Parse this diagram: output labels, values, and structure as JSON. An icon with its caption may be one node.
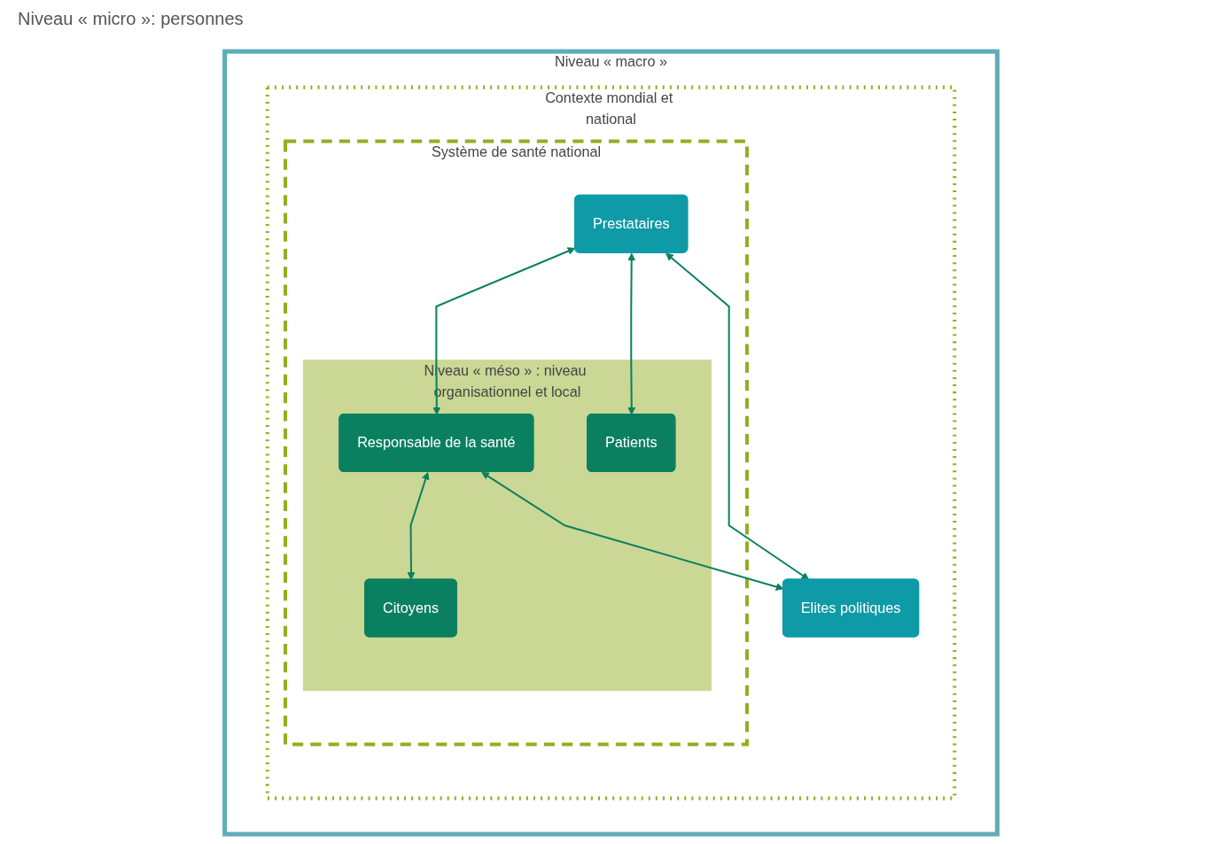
{
  "diagram": {
    "nodes": [
      {
        "text": [
          "Niveau « macro »"
        ]
      },
      {
        "text": [
          "Contexte mondial et national"
        ],
        "in": 0
      },
      {
        "text": [
          "Système de santé national"
        ],
        "in": 1
      },
      {
        "text": [
          "Niveau « méso » : niveau organisationnel et local"
        ],
        "in": 2
      },
      {
        "text": [
          "Elites politiques"
        ],
        "in": 1
      },
      {
        "text": [
          "Responsable de la santé"
        ],
        "in": 3
      },
      {
        "text": [
          "Citoyens"
        ],
        "in": 3
      },
      {
        "text": [
          "Prestataires"
        ],
        "in": 2
      },
      {
        "text": [
          "Patients"
        ],
        "in": 3
      }
    ],
    "edges": [
      {
        "from": 7,
        "to": 4,
        "arrow": "both"
      },
      {
        "from": 5,
        "to": 4,
        "arrow": "both"
      },
      {
        "from": 5,
        "to": 6,
        "arrow": "both"
      },
      {
        "from": 7,
        "to": 5,
        "arrow": "both"
      },
      {
        "from": 7,
        "to": 8,
        "arrow": "both"
      }
    ],
    "labels": [
      "Niveau « micro »: personnes"
    ]
  }
}
